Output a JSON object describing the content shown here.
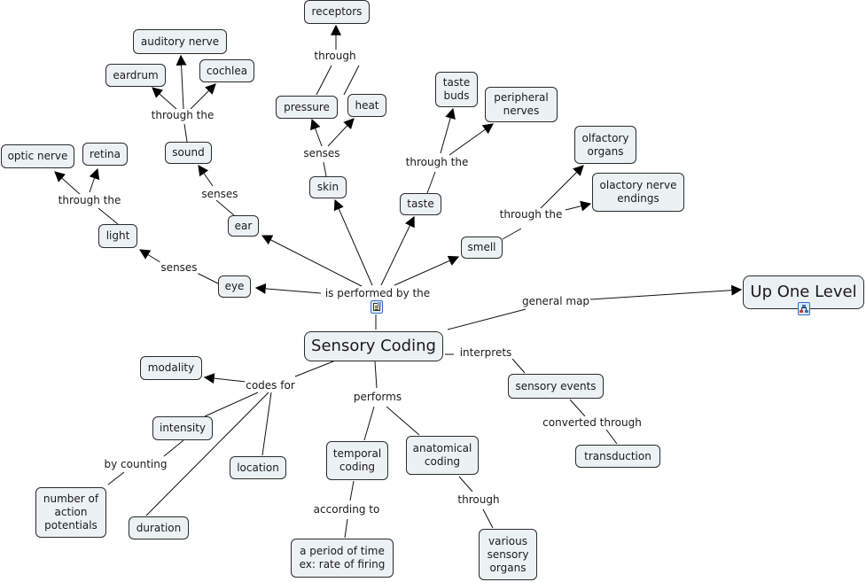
{
  "map": {
    "title": "Sensory Coding",
    "nodes": {
      "sensory_coding": "Sensory Coding",
      "up_one_level": "Up One Level",
      "eye": "eye",
      "ear": "ear",
      "skin": "skin",
      "taste": "taste",
      "smell": "smell",
      "light": "light",
      "optic_nerve": "optic nerve",
      "retina": "retina",
      "sound": "sound",
      "eardrum": "eardrum",
      "auditory_nerve": "auditory nerve",
      "cochlea": "cochlea",
      "pressure": "pressure",
      "heat": "heat",
      "receptors": "receptors",
      "taste_buds": "taste\nbuds",
      "peripheral_nerves": "peripheral\nnerves",
      "olfactory_organs": "olfactory\norgans",
      "olactory_nerve_endings": "olactory nerve\nendings",
      "modality": "modality",
      "intensity": "intensity",
      "location": "location",
      "duration": "duration",
      "number_of_action_potentials": "number of\naction\npotentials",
      "temporal_coding": "temporal\ncoding",
      "anatomical_coding": "anatomical\ncoding",
      "period_of_time": "a period of time\nex: rate of firing",
      "various_sensory_organs": "various\nsensory\norgans",
      "sensory_events": "sensory events",
      "transduction": "transduction"
    },
    "link_labels": {
      "is_performed_by_the": "is performed by the",
      "senses_eye": "senses",
      "senses_ear": "senses",
      "senses_skin": "senses",
      "through_the_light": "through the",
      "through_the_sound": "through the",
      "through_skin": "through",
      "through_the_taste": "through the",
      "through_the_smell": "through the",
      "general_map": "general map",
      "interprets": "interprets",
      "converted_through": "converted through",
      "codes_for": "codes for",
      "by_counting": "by counting",
      "performs": "performs",
      "according_to": "according to",
      "through_anatomical": "through"
    },
    "icons": {
      "resource_icon": "document-resource-icon",
      "submap_icon": "concept-map-link-icon"
    }
  }
}
